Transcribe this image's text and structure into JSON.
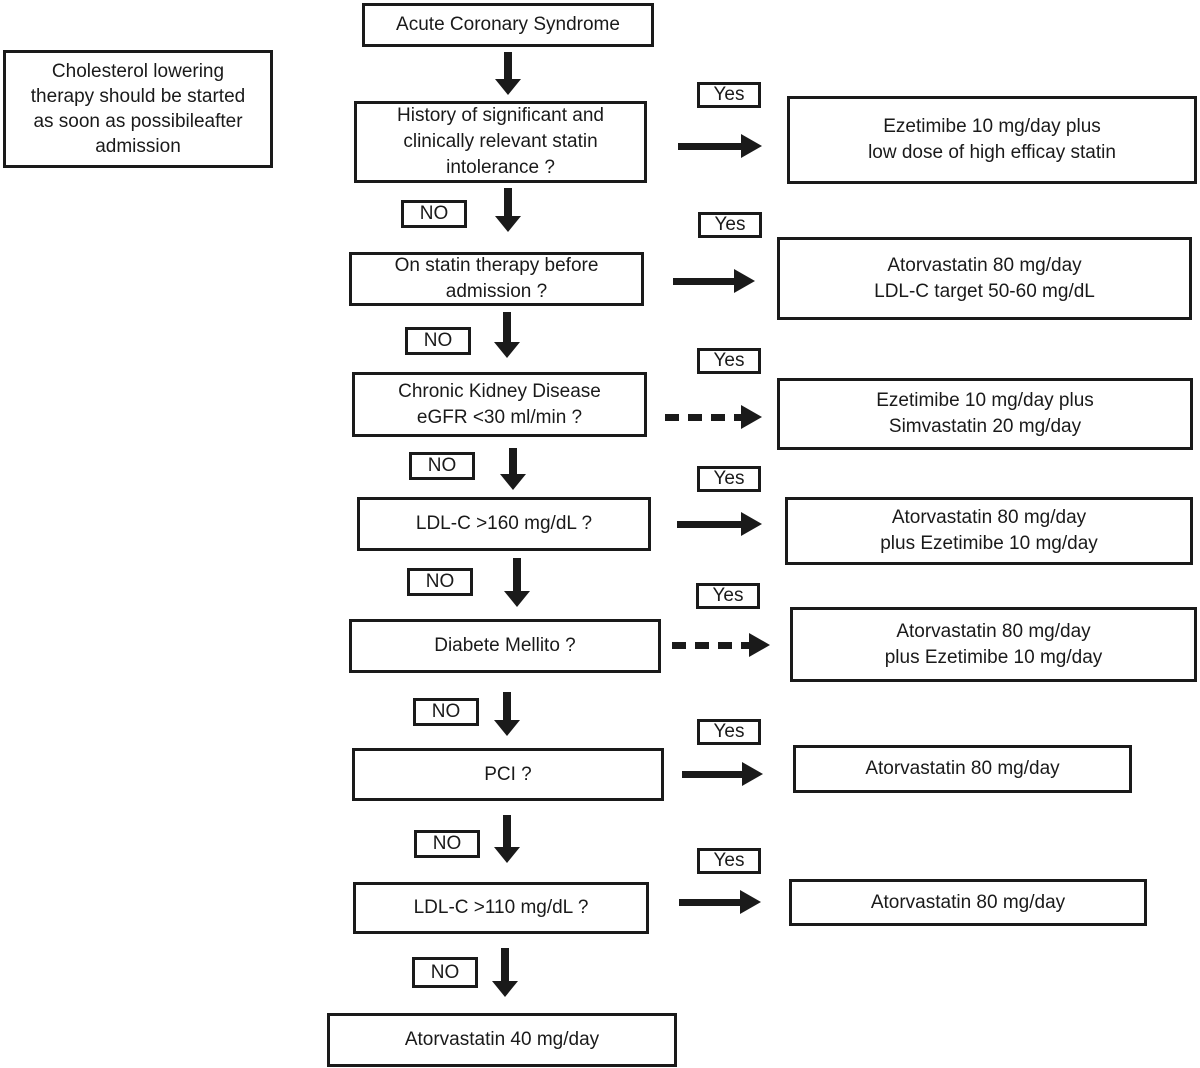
{
  "note": {
    "lines": [
      "Cholesterol lowering",
      "therapy should be started",
      "as soon as possibileafter",
      "admission"
    ]
  },
  "start": {
    "label": "Acute Coronary Syndrome"
  },
  "labels": {
    "yes": "Yes",
    "no": "NO"
  },
  "steps": [
    {
      "question_lines": [
        "History of significant and",
        "clinically relevant statin",
        "intolerance ?"
      ],
      "outcome_lines": [
        "Ezetimibe 10 mg/day plus",
        "low dose of high efficay statin"
      ],
      "yes_arrow_style": "solid"
    },
    {
      "question_lines": [
        "On statin therapy before",
        "admission ?"
      ],
      "outcome_lines": [
        "Atorvastatin 80 mg/day",
        "LDL-C target 50-60 mg/dL"
      ],
      "yes_arrow_style": "solid"
    },
    {
      "question_lines": [
        "Chronic Kidney Disease",
        "eGFR <30 ml/min ?"
      ],
      "outcome_lines": [
        "Ezetimibe 10 mg/day plus",
        "Simvastatin 20 mg/day"
      ],
      "yes_arrow_style": "dashed"
    },
    {
      "question_lines": [
        "LDL-C >160 mg/dL ?"
      ],
      "outcome_lines": [
        "Atorvastatin 80 mg/day",
        "plus Ezetimibe 10 mg/day"
      ],
      "yes_arrow_style": "solid"
    },
    {
      "question_lines": [
        "Diabete Mellito ?"
      ],
      "outcome_lines": [
        "Atorvastatin 80 mg/day",
        "plus Ezetimibe 10 mg/day"
      ],
      "yes_arrow_style": "dashed"
    },
    {
      "question_lines": [
        "PCI ?"
      ],
      "outcome_lines": [
        "Atorvastatin 80 mg/day"
      ],
      "yes_arrow_style": "solid"
    },
    {
      "question_lines": [
        "LDL-C >110 mg/dL ?"
      ],
      "outcome_lines": [
        "Atorvastatin 80 mg/day"
      ],
      "yes_arrow_style": "solid"
    }
  ],
  "final": {
    "label": "Atorvastatin 40 mg/day"
  }
}
